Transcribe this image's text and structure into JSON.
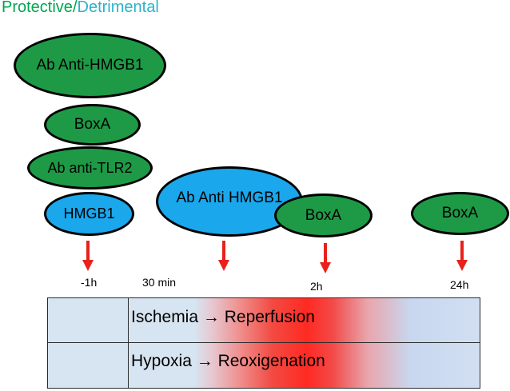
{
  "title": {
    "part1": "Protective",
    "sep": "/",
    "part2": "Detrimental"
  },
  "colors": {
    "protective": "#00a64f",
    "detrimental": "#2bb3c8",
    "green_node": "#1e9a46",
    "blue_node": "#1aa7ec",
    "arrow": "#e8211c"
  },
  "nodes": [
    {
      "label": "Ab Anti-HMGB1",
      "color": "green"
    },
    {
      "label": "BoxA",
      "color": "green"
    },
    {
      "label": "Ab anti-TLR2",
      "color": "green"
    },
    {
      "label": "HMGB1",
      "color": "blue"
    },
    {
      "label": "Ab Anti HMGB1",
      "color": "blue"
    },
    {
      "label": "BoxA",
      "color": "green"
    },
    {
      "label": "BoxA",
      "color": "green"
    }
  ],
  "timepoints": [
    "-1h",
    "30 min",
    "2h",
    "24h"
  ],
  "rows": [
    {
      "left": "Ischemia",
      "arrow": "→",
      "right": "Reperfusion"
    },
    {
      "left": "Hypoxia",
      "arrow": "→",
      "right": "Reoxigenation"
    }
  ]
}
